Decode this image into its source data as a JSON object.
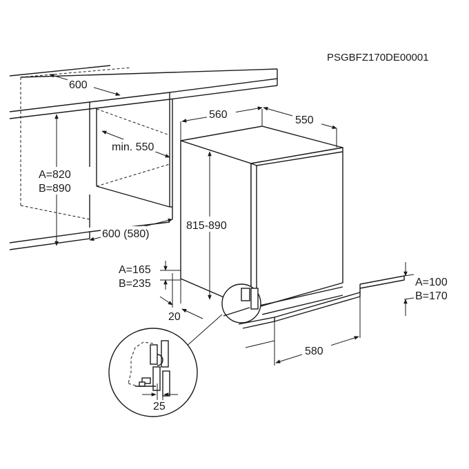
{
  "product_code": "PSGBFZ170DE00001",
  "dimensions": {
    "niche_width": "600",
    "min_depth": "min. 550",
    "niche_height_a": "A=820",
    "niche_height_b": "B=890",
    "niche_depth": "600 (580)",
    "appliance_width": "560",
    "appliance_depth": "550",
    "appliance_height": "815-890",
    "door_offset_a": "A=165",
    "door_offset_b": "B=235",
    "gap": "20",
    "plinth_a": "A=100",
    "plinth_b": "B=170",
    "plinth_depth": "580",
    "detail_gap": "25"
  }
}
